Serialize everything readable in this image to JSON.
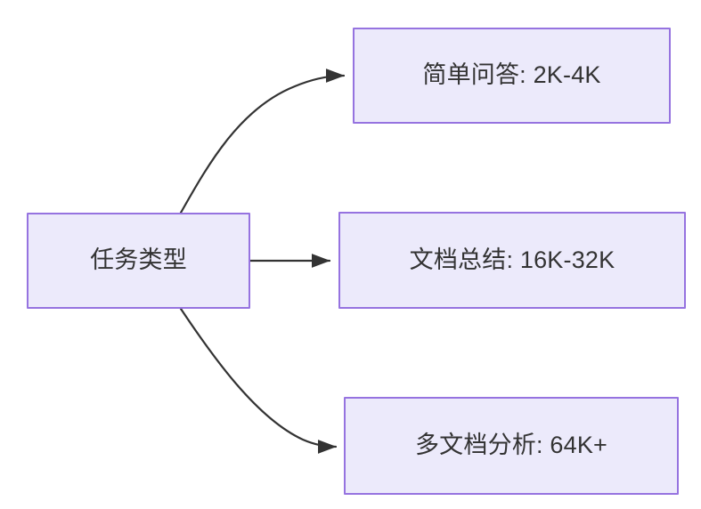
{
  "diagram": {
    "type": "flowchart",
    "direction": "left-to-right",
    "background_color": "#ffffff",
    "node_fill_color": "#ECEAFB",
    "node_border_color": "#9673E0",
    "node_text_color": "#333333",
    "edge_color": "#333333",
    "nodes": [
      {
        "id": "source",
        "label": "任务类型"
      },
      {
        "id": "simple",
        "label": "简单问答: 2K-4K"
      },
      {
        "id": "summary",
        "label": "文档总结: 16K-32K"
      },
      {
        "id": "multidoc",
        "label": "多文档分析: 64K+"
      }
    ],
    "edges": [
      {
        "id": "edge-source-simple",
        "from": "源任务类型",
        "to": "简单问答: 2K-4K",
        "label": "",
        "style": "curved"
      },
      {
        "id": "edge-source-summary",
        "from": "源任务类型",
        "to": "文档总结: 16K-32K",
        "label": "",
        "style": "straight"
      },
      {
        "id": "edge-source-multidoc",
        "from": "源任务类型",
        "to": "多文档分析: 64K+",
        "label": "",
        "style": "curved"
      }
    ]
  }
}
